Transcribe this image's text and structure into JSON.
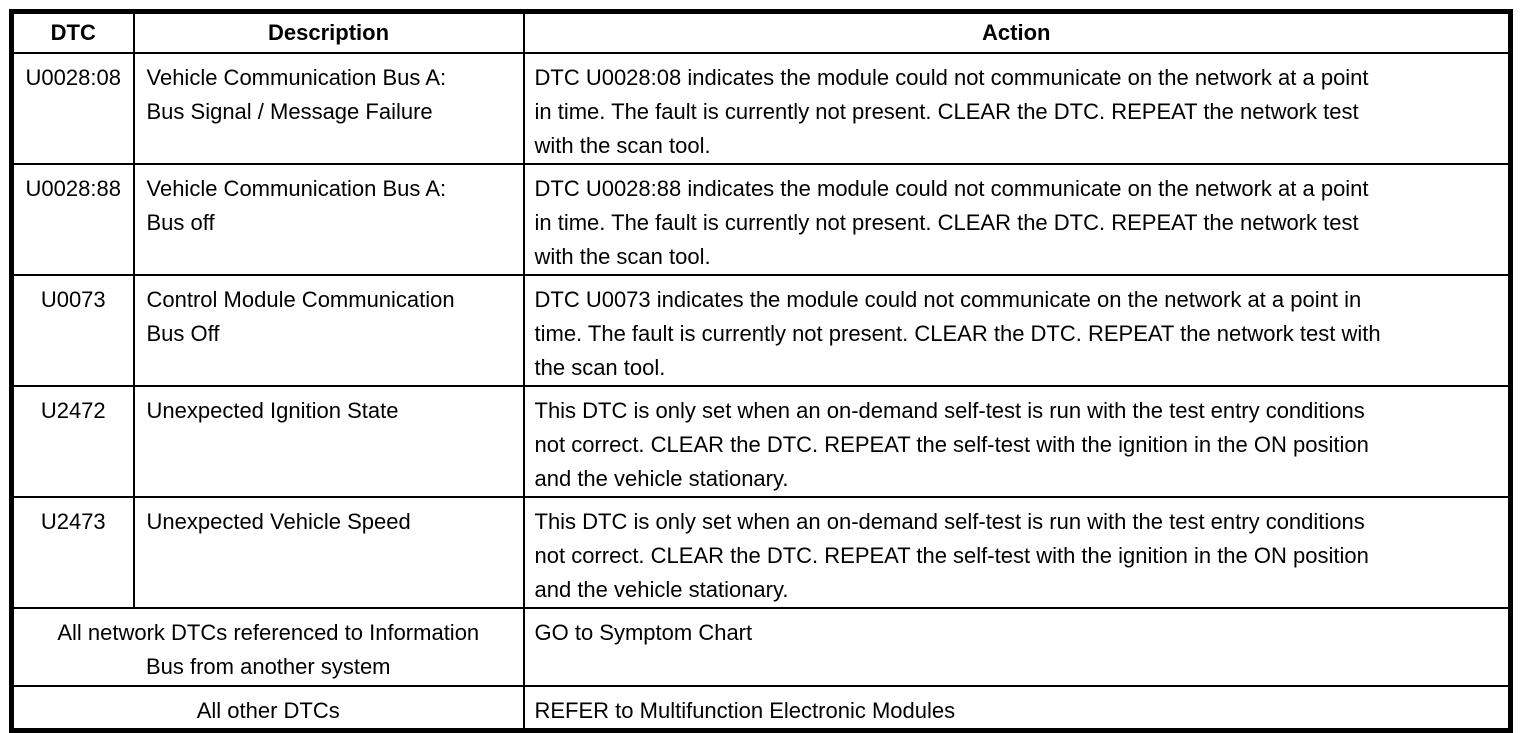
{
  "table": {
    "headers": {
      "dtc": "DTC",
      "description": "Description",
      "action": "Action"
    },
    "rows": [
      {
        "dtc": "U0028:08",
        "description": "Vehicle Communication Bus A:\nBus Signal / Message Failure",
        "action": "DTC U0028:08 indicates the module could not communicate on the network at a point\nin time. The fault is currently not present. CLEAR the DTC. REPEAT the network test\nwith the scan tool."
      },
      {
        "dtc": "U0028:88",
        "description": "Vehicle Communication Bus A:\nBus off",
        "action": "DTC U0028:88 indicates the module could not communicate on the network at a point\nin time. The fault is currently not present. CLEAR the DTC. REPEAT the network test\nwith the scan tool."
      },
      {
        "dtc": "U0073",
        "description": "Control Module Communication\nBus Off",
        "action": "DTC U0073 indicates the module could not communicate on the network at a point in\ntime. The fault is currently not present. CLEAR the DTC. REPEAT the network test with\nthe scan tool."
      },
      {
        "dtc": "U2472",
        "description": "Unexpected Ignition State",
        "action": "This DTC is only set when an on-demand self-test is run with the test entry conditions\nnot correct. CLEAR the DTC. REPEAT the self-test with the ignition in the ON position\nand the vehicle stationary."
      },
      {
        "dtc": "U2473",
        "description": "Unexpected Vehicle Speed",
        "action": "This DTC is only set when an on-demand self-test is run with the test entry conditions\nnot correct. CLEAR the DTC. REPEAT the self-test with the ignition in the ON position\nand the vehicle stationary."
      }
    ],
    "footer_rows": [
      {
        "label": "All network DTCs referenced to Information\nBus from another system",
        "action": "GO to Symptom Chart"
      },
      {
        "label": "All other DTCs",
        "action": "REFER to Multifunction Electronic Modules"
      }
    ]
  }
}
